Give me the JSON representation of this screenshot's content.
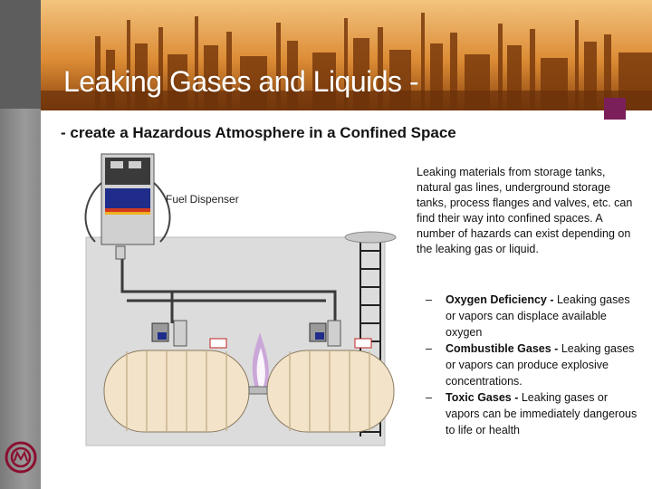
{
  "slide": {
    "title": "Leaking Gases and Liquids -",
    "subtitle": "- create a Hazardous Atmosphere in a Confined Space",
    "accent_color": "#7a1f5a",
    "banner_colors": [
      "#7a3a0c",
      "#d8862e",
      "#f2c07a"
    ]
  },
  "diagram": {
    "fuel_label": "Fuel Dispenser",
    "icons": [
      "fuel-dispenser-icon",
      "storage-tank-icon",
      "ladder-icon",
      "valve-icon",
      "flame-icon"
    ]
  },
  "body": {
    "intro": "Leaking materials from storage tanks, natural gas lines, underground storage tanks, process flanges and valves, etc. can find their way into confined spaces. A number of hazards can exist depending on the leaking gas or liquid.",
    "bullets": [
      {
        "dash": "–",
        "term": "Oxygen Deficiency -",
        "text": " Leaking gases or vapors can displace available oxygen"
      },
      {
        "dash": "–",
        "term": "Combustible Gases -",
        "text": " Leaking gases or vapors can produce explosive concentrations."
      },
      {
        "dash": "–",
        "term": "Toxic Gases -",
        "text": " Leaking gases or vapors can be immediately dangerous to life or health"
      }
    ]
  },
  "logo": {
    "icon": "company-logo-icon",
    "color": "#8a1030"
  }
}
